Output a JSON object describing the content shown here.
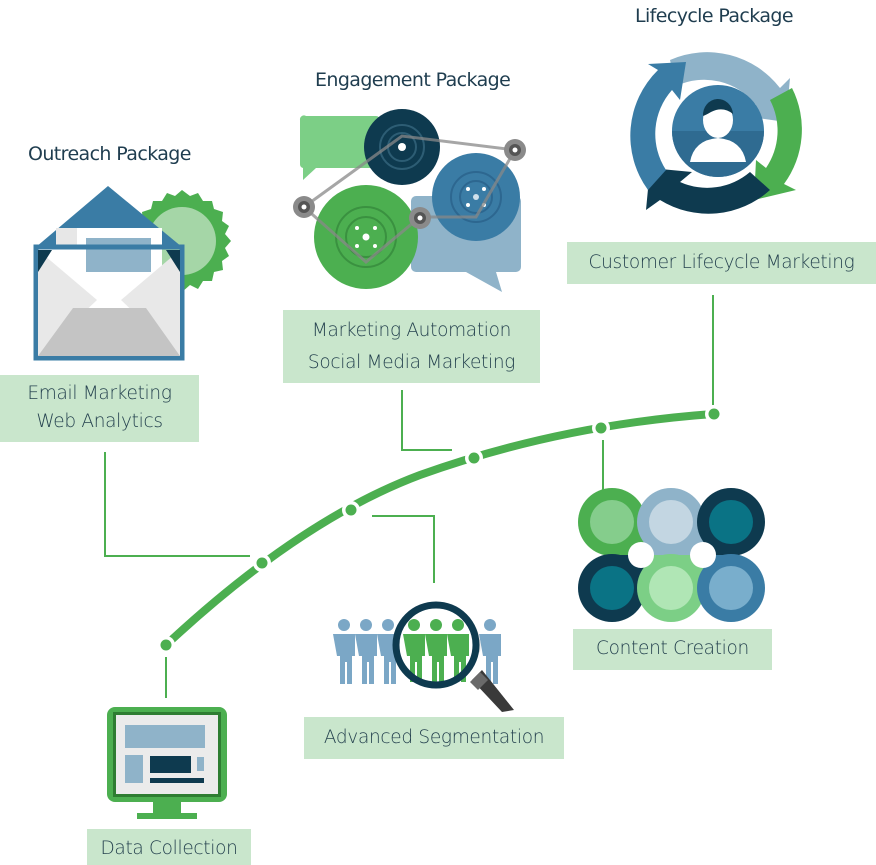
{
  "diagram": {
    "packages": [
      {
        "title": "Outreach Package",
        "icon": "envelope-icon",
        "items": [
          "Email Marketing",
          "Web Analytics"
        ]
      },
      {
        "title": "Engagement Package",
        "icon": "gears-chat-icon",
        "items": [
          "Marketing Automation",
          "Social Media Marketing"
        ]
      },
      {
        "title": "Lifecycle Package",
        "icon": "lifecycle-user-icon",
        "items": [
          "Customer Lifecycle Marketing"
        ]
      }
    ],
    "timeline_steps": [
      {
        "label": "Data Collection",
        "icon": "monitor-icon"
      },
      {
        "label": "Advanced Segmentation",
        "icon": "magnifier-people-icon"
      },
      {
        "label": "Content Creation",
        "icon": "connected-circles-icon"
      }
    ]
  },
  "colors": {
    "green": "#4caf50",
    "light_green": "#c9e6cc",
    "dark_navy": "#0e3a4f",
    "blue": "#3a7ca5",
    "light_blue": "#8fb3c9"
  }
}
